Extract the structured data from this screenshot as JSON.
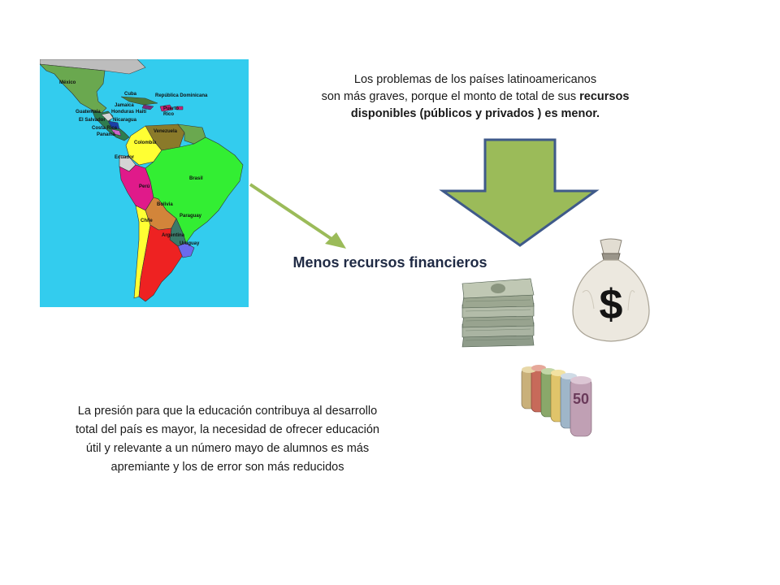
{
  "top_text": {
    "line1": "Los problemas de los países latinoamericanos",
    "line2_a": "son más graves, porque el monto de total de sus ",
    "line2_b": "recursos",
    "line3": "disponibles (públicos y privados ) es menor."
  },
  "heading": "Menos recursos financieros",
  "bottom_text": {
    "line1": "La presión para que la educación contribuya al desarrollo",
    "line2": "total del país es mayor, la necesidad de ofrecer educación",
    "line3": "útil y relevante a un número mayo de alumnos es más",
    "line4": "apremiante  y los de error son más reducidos"
  },
  "map_labels": {
    "mexico": "México",
    "cuba": "Cuba",
    "rep_dominicana": "República Dominicana",
    "jamaica": "Jamaica",
    "guatemala": "Guatemala",
    "honduras": "Honduras",
    "haiti": "Haití",
    "puerto_rico_1": "Puerto",
    "puerto_rico_2": "Rico",
    "el_salvador": "El Salvador",
    "nicaragua": "Nicaragua",
    "costa_rica": "Costa Rica",
    "panama": "Panamá",
    "venezuela": "Venezuela",
    "colombia": "Colombia",
    "ecuador": "Ecuador",
    "peru": "Perú",
    "brasil": "Brasil",
    "bolivia": "Bolivia",
    "paraguay": "Paraguay",
    "chile": "Chile",
    "argentina": "Argentina",
    "uruguay": "Uruguay"
  },
  "money_bag_symbol": "$",
  "banknote_value": "50",
  "colors": {
    "ocean": "#33ccee",
    "arrow_green": "#9bbb59",
    "arrow_border": "#3f5a8a",
    "small_arrow": "#9bbb59",
    "heading": "#1f2a44"
  }
}
